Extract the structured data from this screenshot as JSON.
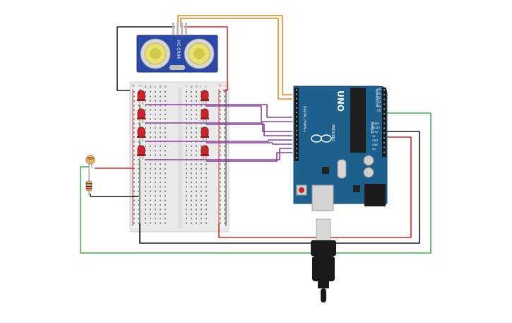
{
  "colors": {
    "background": "#ffffff",
    "wire_red": "#d42a2a",
    "wire_black": "#1a1a1a",
    "wire_orange": "#e38a1f",
    "wire_purple": "#8a3fa0",
    "wire_green": "#3db34a",
    "board_blue": "#1d5f8d",
    "sensor_blue": "#2b4aa8",
    "led_red": "#c8242a",
    "breadboard": "#e9e9e9"
  },
  "sensor": {
    "label": "HC-SR04"
  },
  "breadboard": {
    "column_letters_left": [
      "a",
      "b",
      "c",
      "d",
      "e"
    ],
    "column_letters_right": [
      "f",
      "g",
      "h",
      "i",
      "j"
    ],
    "rail_plus": "+",
    "rail_minus": "−"
  },
  "arduino": {
    "model": "UNO",
    "brand": "ARDUINO",
    "digital_label": "DIGITAL (PWM~)",
    "analog_label": "ANALOG IN",
    "power_label": "POWER",
    "analog_pins": [
      "A0",
      "A1",
      "A2",
      "A3",
      "A4",
      "A5"
    ],
    "power_pins": [
      "IOREF",
      "RESET",
      "3.3V",
      "5V",
      "GND",
      "GND",
      "Vin"
    ]
  },
  "leds": {
    "count": 8
  }
}
